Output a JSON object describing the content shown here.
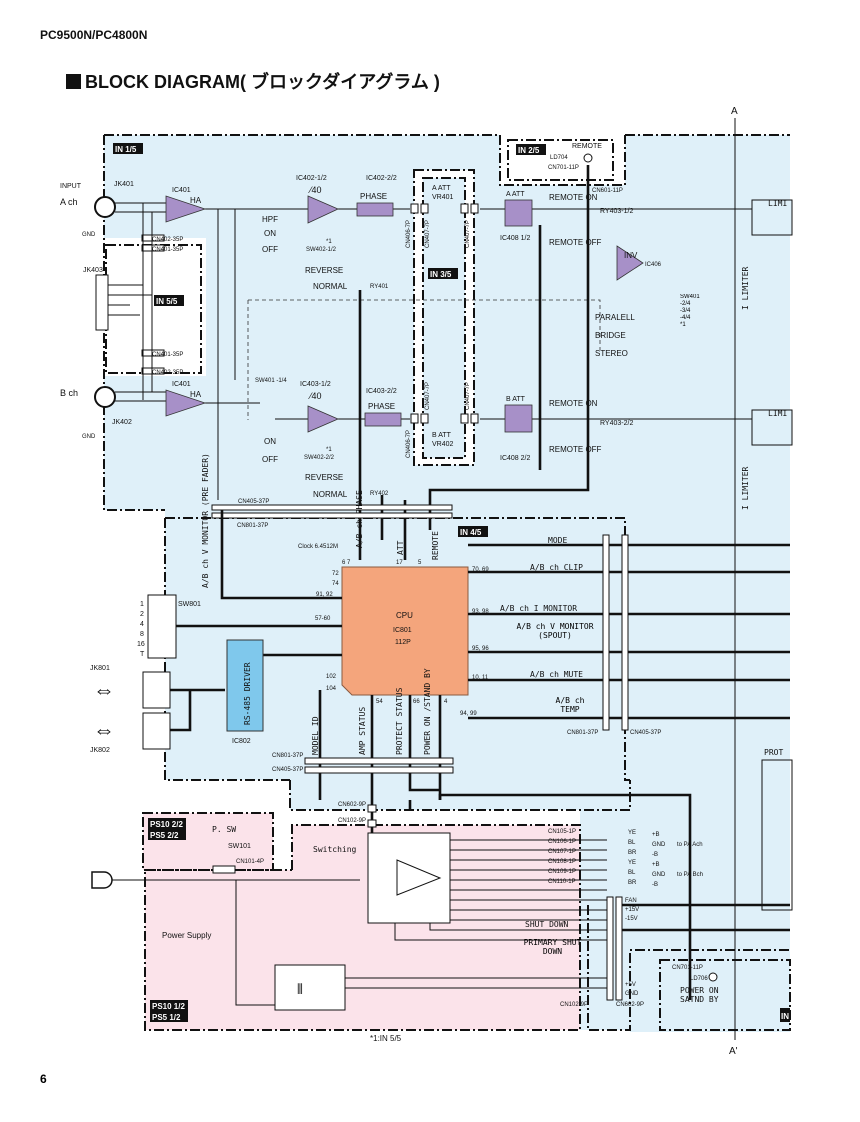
{
  "header": {
    "model": "PC9500N/PC4800N",
    "title": "BLOCK DIAGRAM( ブロックダイアグラム )",
    "page_number": "6"
  },
  "markers": {
    "a": "A",
    "a_prime": "A'",
    "footnote": "*1:IN 5/5"
  },
  "colors": {
    "signal_board": "#dff0f9",
    "power_board": "#fbe3ea",
    "amp": "#a790c8",
    "cpu": "#f4a57c",
    "driver": "#7fc8ec"
  },
  "boards": {
    "in1": "IN 1/5",
    "in2": "IN 2/5",
    "in3": "IN 3/5",
    "in4": "IN 4/5",
    "in5": "IN 5/5",
    "ps_a": "PS10 2/2",
    "ps_b": "PS5  2/2",
    "ps_c": "PS10 1/2",
    "ps_d": "PS5  1/2",
    "in_right": "IN"
  },
  "input": {
    "label": "INPUT",
    "a_ch": "A ch",
    "b_ch": "B ch",
    "gnd": "GND",
    "jk401": "JK401",
    "jk402": "JK402",
    "jk403": "JK403",
    "cn402a": "CN402-35P",
    "cn401a": "CN401-35P",
    "cn401b": "CN401-35P",
    "cn402b": "CN402-35P"
  },
  "ch_a": {
    "ic401": "IC401",
    "ha": "HA",
    "ic402_1": "IC402-1/2",
    "gain": "⁄40",
    "hpf": "HPF",
    "on": "ON",
    "off": "OFF",
    "sw402": "SW402-1/2",
    "star": "*1",
    "ic402_2": "IC402-2/2",
    "phase": "PHASE",
    "reverse": "REVERSE",
    "normal": "NORMAL",
    "ry401": "RY401",
    "cn406": "CN406-7P",
    "cn407a": "CN407-7P",
    "cn407b": "CN407-7P",
    "att_vr": "A ATT",
    "vr401": "VR401",
    "att": "A ATT",
    "ic408": "IC408 1/2",
    "remote_on": "REMOTE ON",
    "remote_off": "REMOTE OFF",
    "ry403": "RY403-1/2",
    "limiter": "LIMI",
    "i_limiter": "I LIMITER"
  },
  "ch_b": {
    "ic401": "IC401",
    "ha": "HA",
    "sw401": "SW401 -1/4",
    "ic403_1": "IC403-1/2",
    "gain": "⁄40",
    "on": "ON",
    "off": "OFF",
    "sw402": "SW402-2/2",
    "star": "*1",
    "ic403_2": "IC403-2/2",
    "phase": "PHASE",
    "reverse": "REVERSE",
    "normal": "NORMAL",
    "ry402": "RY402",
    "cn406": "CN406-7P",
    "cn407a": "CN407-7P",
    "cn407b": "CN407-7P",
    "att_vr": "B ATT",
    "vr402": "VR402",
    "att": "B ATT",
    "ic408": "IC408 2/2",
    "remote_on": "REMOTE ON",
    "remote_off": "REMOTE OFF",
    "ry403": "RY403-2/2",
    "limiter": "LIMI",
    "i_limiter": "I LIMITER"
  },
  "remote": {
    "label": "REMOTE",
    "ld704": "LD704",
    "cn701": "CN701-11P",
    "cn601": "CN601-11P"
  },
  "mode": {
    "inv": "INV",
    "ic406": "IC406",
    "sw401": "SW401 -2/4 -3/4 -4/4 *1",
    "paralell": "PARALELL",
    "bridge": "BRIDGE",
    "stereo": "STEREO"
  },
  "cpu_section": {
    "cn405_top": "CN405-37P",
    "cn801_top": "CN801-37P",
    "cpu": "CPU",
    "ic801": "IC801",
    "pins": "112P",
    "clock": "Clock 6.4512M",
    "top_signals": [
      "A/B ch PHASE",
      "ATT",
      "REMOTE"
    ],
    "top_pins": [
      "6 7",
      "17",
      "5"
    ],
    "left_signal": "A/B ch V MONITOR (PRE FADER)",
    "left_pins": [
      "72",
      "74",
      "91, 92",
      "57-60",
      "102",
      "104"
    ],
    "sw801": "SW801",
    "sw801_positions": [
      "1",
      "2",
      "4",
      "8",
      "16",
      "T"
    ],
    "rs485": "RS-485 DRIVER",
    "ic802": "IC802",
    "jk801": "JK801",
    "jk802": "JK802",
    "right_signals": [
      {
        "pins": "",
        "label": "MODE"
      },
      {
        "pins": "70, 69",
        "label": "A/B ch CLIP"
      },
      {
        "pins": "93, 98",
        "label": "A/B ch I MONITOR"
      },
      {
        "pins": "95, 96",
        "label": "A/B ch V MONITOR (SPOUT)"
      },
      {
        "pins": "10, 11",
        "label": "A/B ch MUTE"
      },
      {
        "pins": "94, 99",
        "label": "A/B ch TEMP"
      }
    ],
    "bottom_signals": [
      "MODEL ID",
      "AMP STATUS",
      "PROTECT STATUS",
      "POWER ON /STAND BY"
    ],
    "bottom_pins": [
      "54",
      "66",
      "4"
    ],
    "cn801_right": "CN801-37P",
    "cn405_right": "CN405-37P",
    "cn801_bottom": "CN801-37P",
    "cn405_bottom": "CN405-37P",
    "prot": "PROT"
  },
  "power": {
    "cn602": "CN602-9P",
    "cn102": "CN102-9P",
    "psw": "P. SW",
    "sw101": "SW101",
    "cn101": "CN101-4P",
    "switching": "Switching",
    "power_supply": "Power Supply",
    "connectors": [
      "CN105-1P",
      "CN106-1P",
      "CN107-1P",
      "CN108-1P",
      "CN109-1P",
      "CN110-1P"
    ],
    "wires": [
      "YE",
      "BL",
      "BR",
      "YE",
      "BL",
      "BR"
    ],
    "outputs": [
      "+B",
      "GND",
      "-B",
      "+B",
      "GND",
      "-B"
    ],
    "to_a": "to PA Ach",
    "to_b": "to PA Bch",
    "rails": [
      "FAN",
      "+15V",
      "-15V"
    ],
    "shut_down": "SHUT DOWN",
    "primary_shut_down": "PRIMARY SHUT DOWN",
    "aux": [
      "+5V",
      "GND"
    ],
    "cn102_bottom": "CN102-9P",
    "cn602_bottom": "CN602-9P",
    "cn701": "CN701-11P",
    "ld706": "LD706",
    "power_on": "POWER ON",
    "standby": "SATND BY"
  }
}
